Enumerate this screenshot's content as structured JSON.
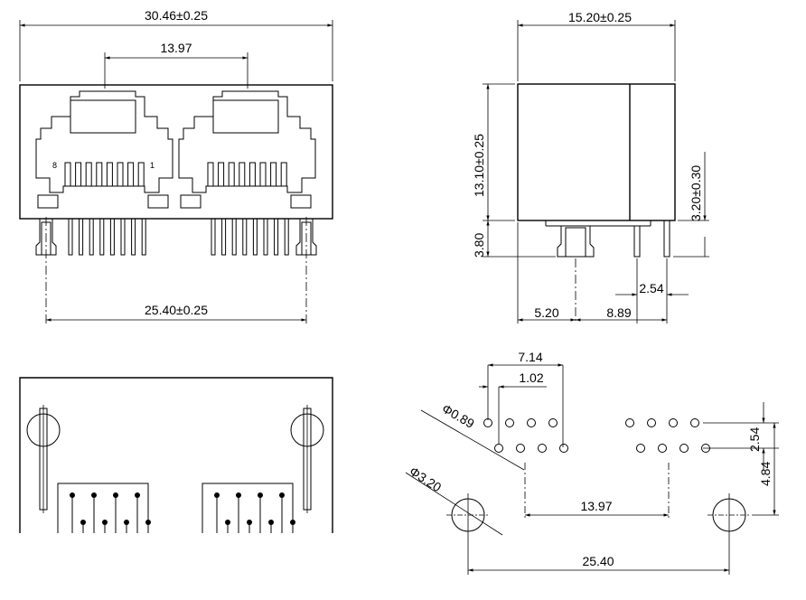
{
  "front_view": {
    "overall_width": "30.46±0.25",
    "port_pitch": "13.97",
    "peg_spacing": "25.40±0.25",
    "pin_label_left": "8",
    "pin_label_right": "1"
  },
  "side_view": {
    "depth": "15.20±0.25",
    "height": "13.10±0.25",
    "pin_length": "3.80",
    "standoff": "3.20±0.30",
    "peg_offset": "5.20",
    "pin_offset": "8.89",
    "pin_row_spacing": "2.54"
  },
  "footprint": {
    "pin_span": "7.14",
    "pin_pitch": "1.02",
    "pin_hole_dia": "Φ0.89",
    "peg_hole_dia": "Φ3.20",
    "row_spacing": "2.54",
    "total_row_offset": "4.84",
    "port_pitch": "13.97",
    "peg_spacing": "25.40"
  }
}
